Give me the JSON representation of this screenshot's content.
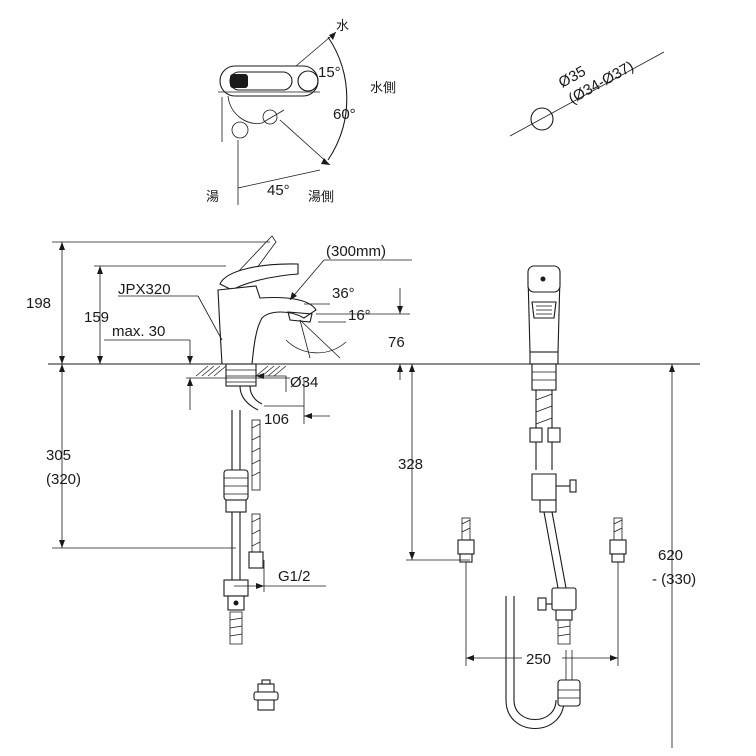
{
  "labels": {
    "water": "水",
    "water_side": "水側",
    "hot": "湯",
    "hot_side": "湯側",
    "angle_15": "15°",
    "angle_60": "60°",
    "angle_45": "45°",
    "hole_dia": "Ø35",
    "hole_range": "(Ø34-Ø37)",
    "dim_198": "198",
    "dim_159": "159",
    "model": "JPX320",
    "max_30": "max. 30",
    "hose_300": "(300mm)",
    "angle_36": "36°",
    "angle_16": "16°",
    "dim_76": "76",
    "dia_34": "Ø34",
    "dim_106": "106",
    "dim_305": "305",
    "dim_320": "(320)",
    "dim_328": "328",
    "thread": "G1/2",
    "dim_620": "620",
    "dim_330": "- (330)",
    "dim_250": "250"
  }
}
